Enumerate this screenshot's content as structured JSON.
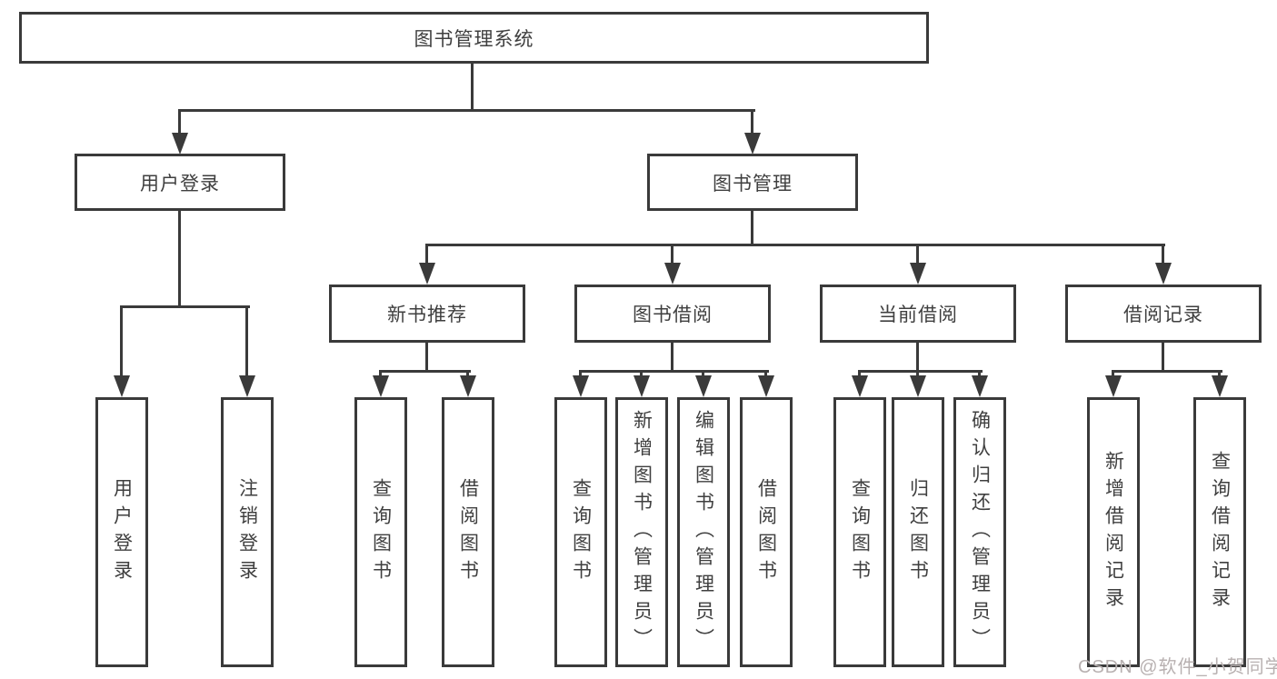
{
  "diagram": {
    "root": {
      "label": "图书管理系统"
    },
    "level2": [
      {
        "label": "用户登录"
      },
      {
        "label": "图书管理"
      }
    ],
    "level3": [
      {
        "label": "新书推荐"
      },
      {
        "label": "图书借阅"
      },
      {
        "label": "当前借阅"
      },
      {
        "label": "借阅记录"
      }
    ],
    "leaves": [
      {
        "label": "用户登录",
        "parent": "用户登录"
      },
      {
        "label": "注销登录",
        "parent": "用户登录"
      },
      {
        "label": "查询图书",
        "parent": "新书推荐"
      },
      {
        "label": "借阅图书",
        "parent": "新书推荐"
      },
      {
        "label": "查询图书",
        "parent": "图书借阅"
      },
      {
        "label": "新增图书（管理员）",
        "parent": "图书借阅"
      },
      {
        "label": "编辑图书（管理员）",
        "parent": "图书借阅"
      },
      {
        "label": "借阅图书",
        "parent": "图书借阅"
      },
      {
        "label": "查询图书",
        "parent": "当前借阅"
      },
      {
        "label": "归还图书",
        "parent": "当前借阅"
      },
      {
        "label": "确认归还（管理员）",
        "parent": "当前借阅"
      },
      {
        "label": "新增借阅记录",
        "parent": "借阅记录"
      },
      {
        "label": "查询借阅记录",
        "parent": "借阅记录"
      }
    ]
  },
  "watermark": {
    "text": "CSDN @软件_小贺同学"
  },
  "colors": {
    "line": "#3a3a3a",
    "text": "#3f3f3f",
    "watermark": "#b8b1b1",
    "background": "#ffffff"
  }
}
